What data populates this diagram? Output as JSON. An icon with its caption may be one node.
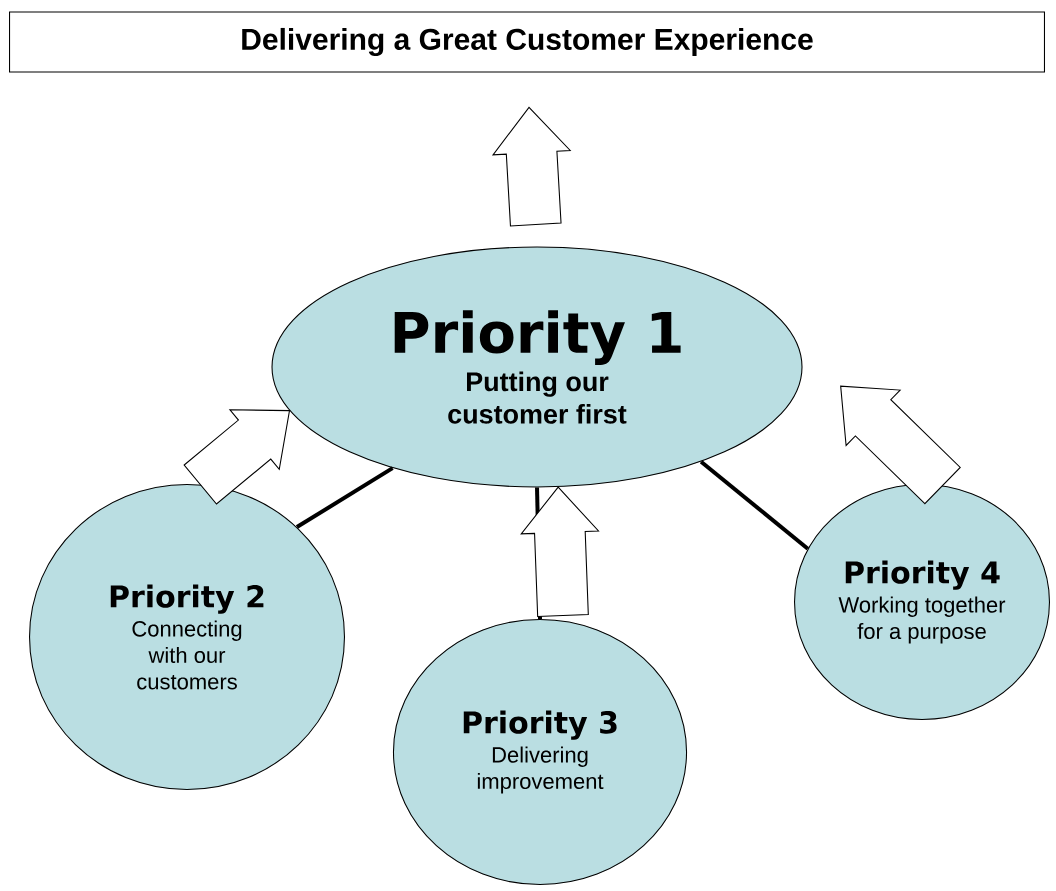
{
  "diagram": {
    "nodes": [
      {
        "text": [
          "Delivering a Great Customer Experience"
        ]
      },
      {
        "text": [
          "Priority 1",
          "Putting our customer first"
        ]
      },
      {
        "text": [
          "Priority 2",
          "Connecting with our customers"
        ]
      },
      {
        "text": [
          "Priority 3",
          "Delivering improvement"
        ]
      },
      {
        "text": [
          "Priority 4",
          "Working together for a purpose"
        ]
      }
    ],
    "edges": [
      {
        "from": 1,
        "to": 0,
        "arrow": "to"
      },
      {
        "from": 2,
        "to": 1,
        "arrow": "none"
      },
      {
        "from": 3,
        "to": 1,
        "arrow": "none"
      },
      {
        "from": 4,
        "to": 1,
        "arrow": "none"
      },
      {
        "from": 2,
        "to": 1,
        "arrow": "to"
      },
      {
        "from": 3,
        "to": 1,
        "arrow": "to"
      },
      {
        "from": 4,
        "to": 1,
        "arrow": "to"
      }
    ]
  }
}
